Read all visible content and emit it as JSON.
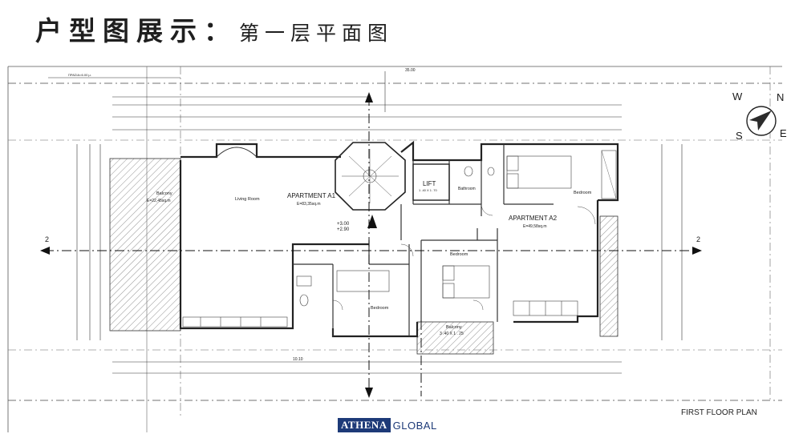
{
  "header": {
    "title_main": "户型图展示：",
    "title_sub": "第一层平面图"
  },
  "plan": {
    "apartment_a1": "APARTMENT A1",
    "area_a1": "E=83,35sq.m",
    "apartment_a2": "APARTMENT A2",
    "area_a2": "E=49,58sq.m",
    "living_room": "Living Room",
    "balcony_left": "Balcony",
    "balcony_left_area": "E=22,45sq.m",
    "bedroom_a2_top": "Bedroom",
    "bedroom_center": "Bedroom",
    "bedroom_bottom_left": "Bedroom",
    "bathroom": "Bathroom",
    "lift": "LIFT",
    "lift_size": "1 .40 X 1 .70",
    "balcony_bottom": "Balcony",
    "balcony_bottom_size": "3 .40 X 1 . 25",
    "level_1": "+3.00",
    "level_2": "+2.90",
    "section_mark": "2",
    "road_label": "ΠΡΑΣΙΑ=6.00 μ.",
    "dim_total_top": "35.00",
    "dim_bottom_total": "10.10"
  },
  "compass": {
    "n": "N",
    "w": "W",
    "s": "S",
    "e": "E"
  },
  "footer": {
    "plan_name": "FIRST FLOOR PLAN",
    "brand_box": "ATHENA",
    "brand_rest": "GLOBAL"
  }
}
